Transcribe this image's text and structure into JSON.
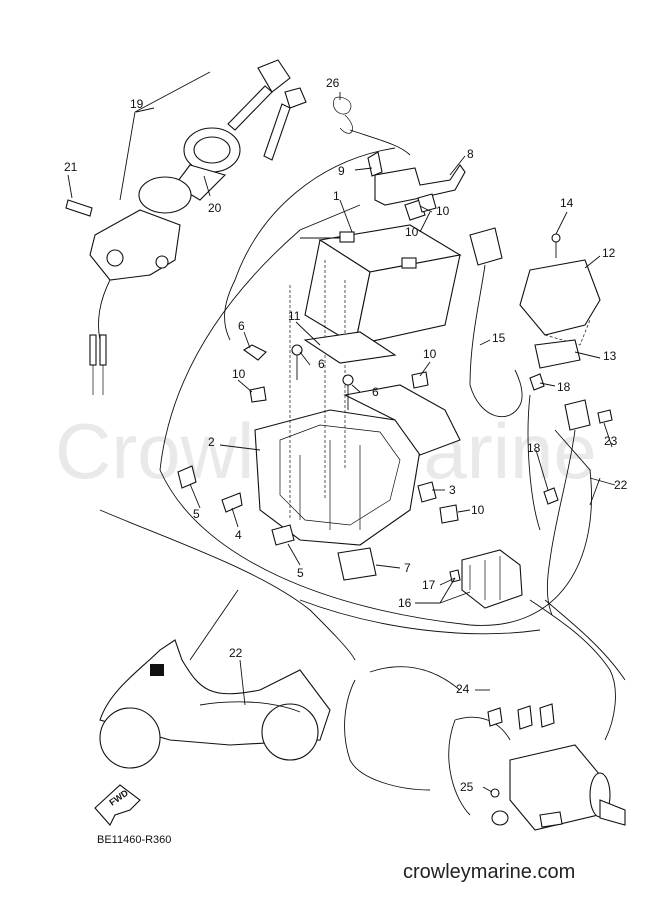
{
  "watermark": "Crowley Marine",
  "footer_url": "crowleymarine.com",
  "diagram_code": "BE11460-R360",
  "direction_label": "FWD",
  "callouts": [
    {
      "id": "c26",
      "text": "26"
    },
    {
      "id": "c19",
      "text": "19"
    },
    {
      "id": "c21",
      "text": "21"
    },
    {
      "id": "c20",
      "text": "20"
    },
    {
      "id": "c9",
      "text": "9"
    },
    {
      "id": "c8",
      "text": "8"
    },
    {
      "id": "c1",
      "text": "1"
    },
    {
      "id": "c10a",
      "text": "10"
    },
    {
      "id": "c10b",
      "text": "10"
    },
    {
      "id": "c14",
      "text": "14"
    },
    {
      "id": "c12",
      "text": "12"
    },
    {
      "id": "c11",
      "text": "11"
    },
    {
      "id": "c6a",
      "text": "6"
    },
    {
      "id": "c6b",
      "text": "6"
    },
    {
      "id": "c6c",
      "text": "6"
    },
    {
      "id": "c15",
      "text": "15"
    },
    {
      "id": "c10c",
      "text": "10"
    },
    {
      "id": "c13",
      "text": "13"
    },
    {
      "id": "c10d",
      "text": "10"
    },
    {
      "id": "c18a",
      "text": "18"
    },
    {
      "id": "c2",
      "text": "2"
    },
    {
      "id": "c23",
      "text": "23"
    },
    {
      "id": "c22a",
      "text": "22"
    },
    {
      "id": "c18b",
      "text": "18"
    },
    {
      "id": "c3",
      "text": "3"
    },
    {
      "id": "c5a",
      "text": "5"
    },
    {
      "id": "c10e",
      "text": "10"
    },
    {
      "id": "c4",
      "text": "4"
    },
    {
      "id": "c5b",
      "text": "5"
    },
    {
      "id": "c7",
      "text": "7"
    },
    {
      "id": "c17",
      "text": "17"
    },
    {
      "id": "c16",
      "text": "16"
    },
    {
      "id": "c22b",
      "text": "22"
    },
    {
      "id": "c24",
      "text": "24"
    },
    {
      "id": "c25",
      "text": "25"
    }
  ]
}
